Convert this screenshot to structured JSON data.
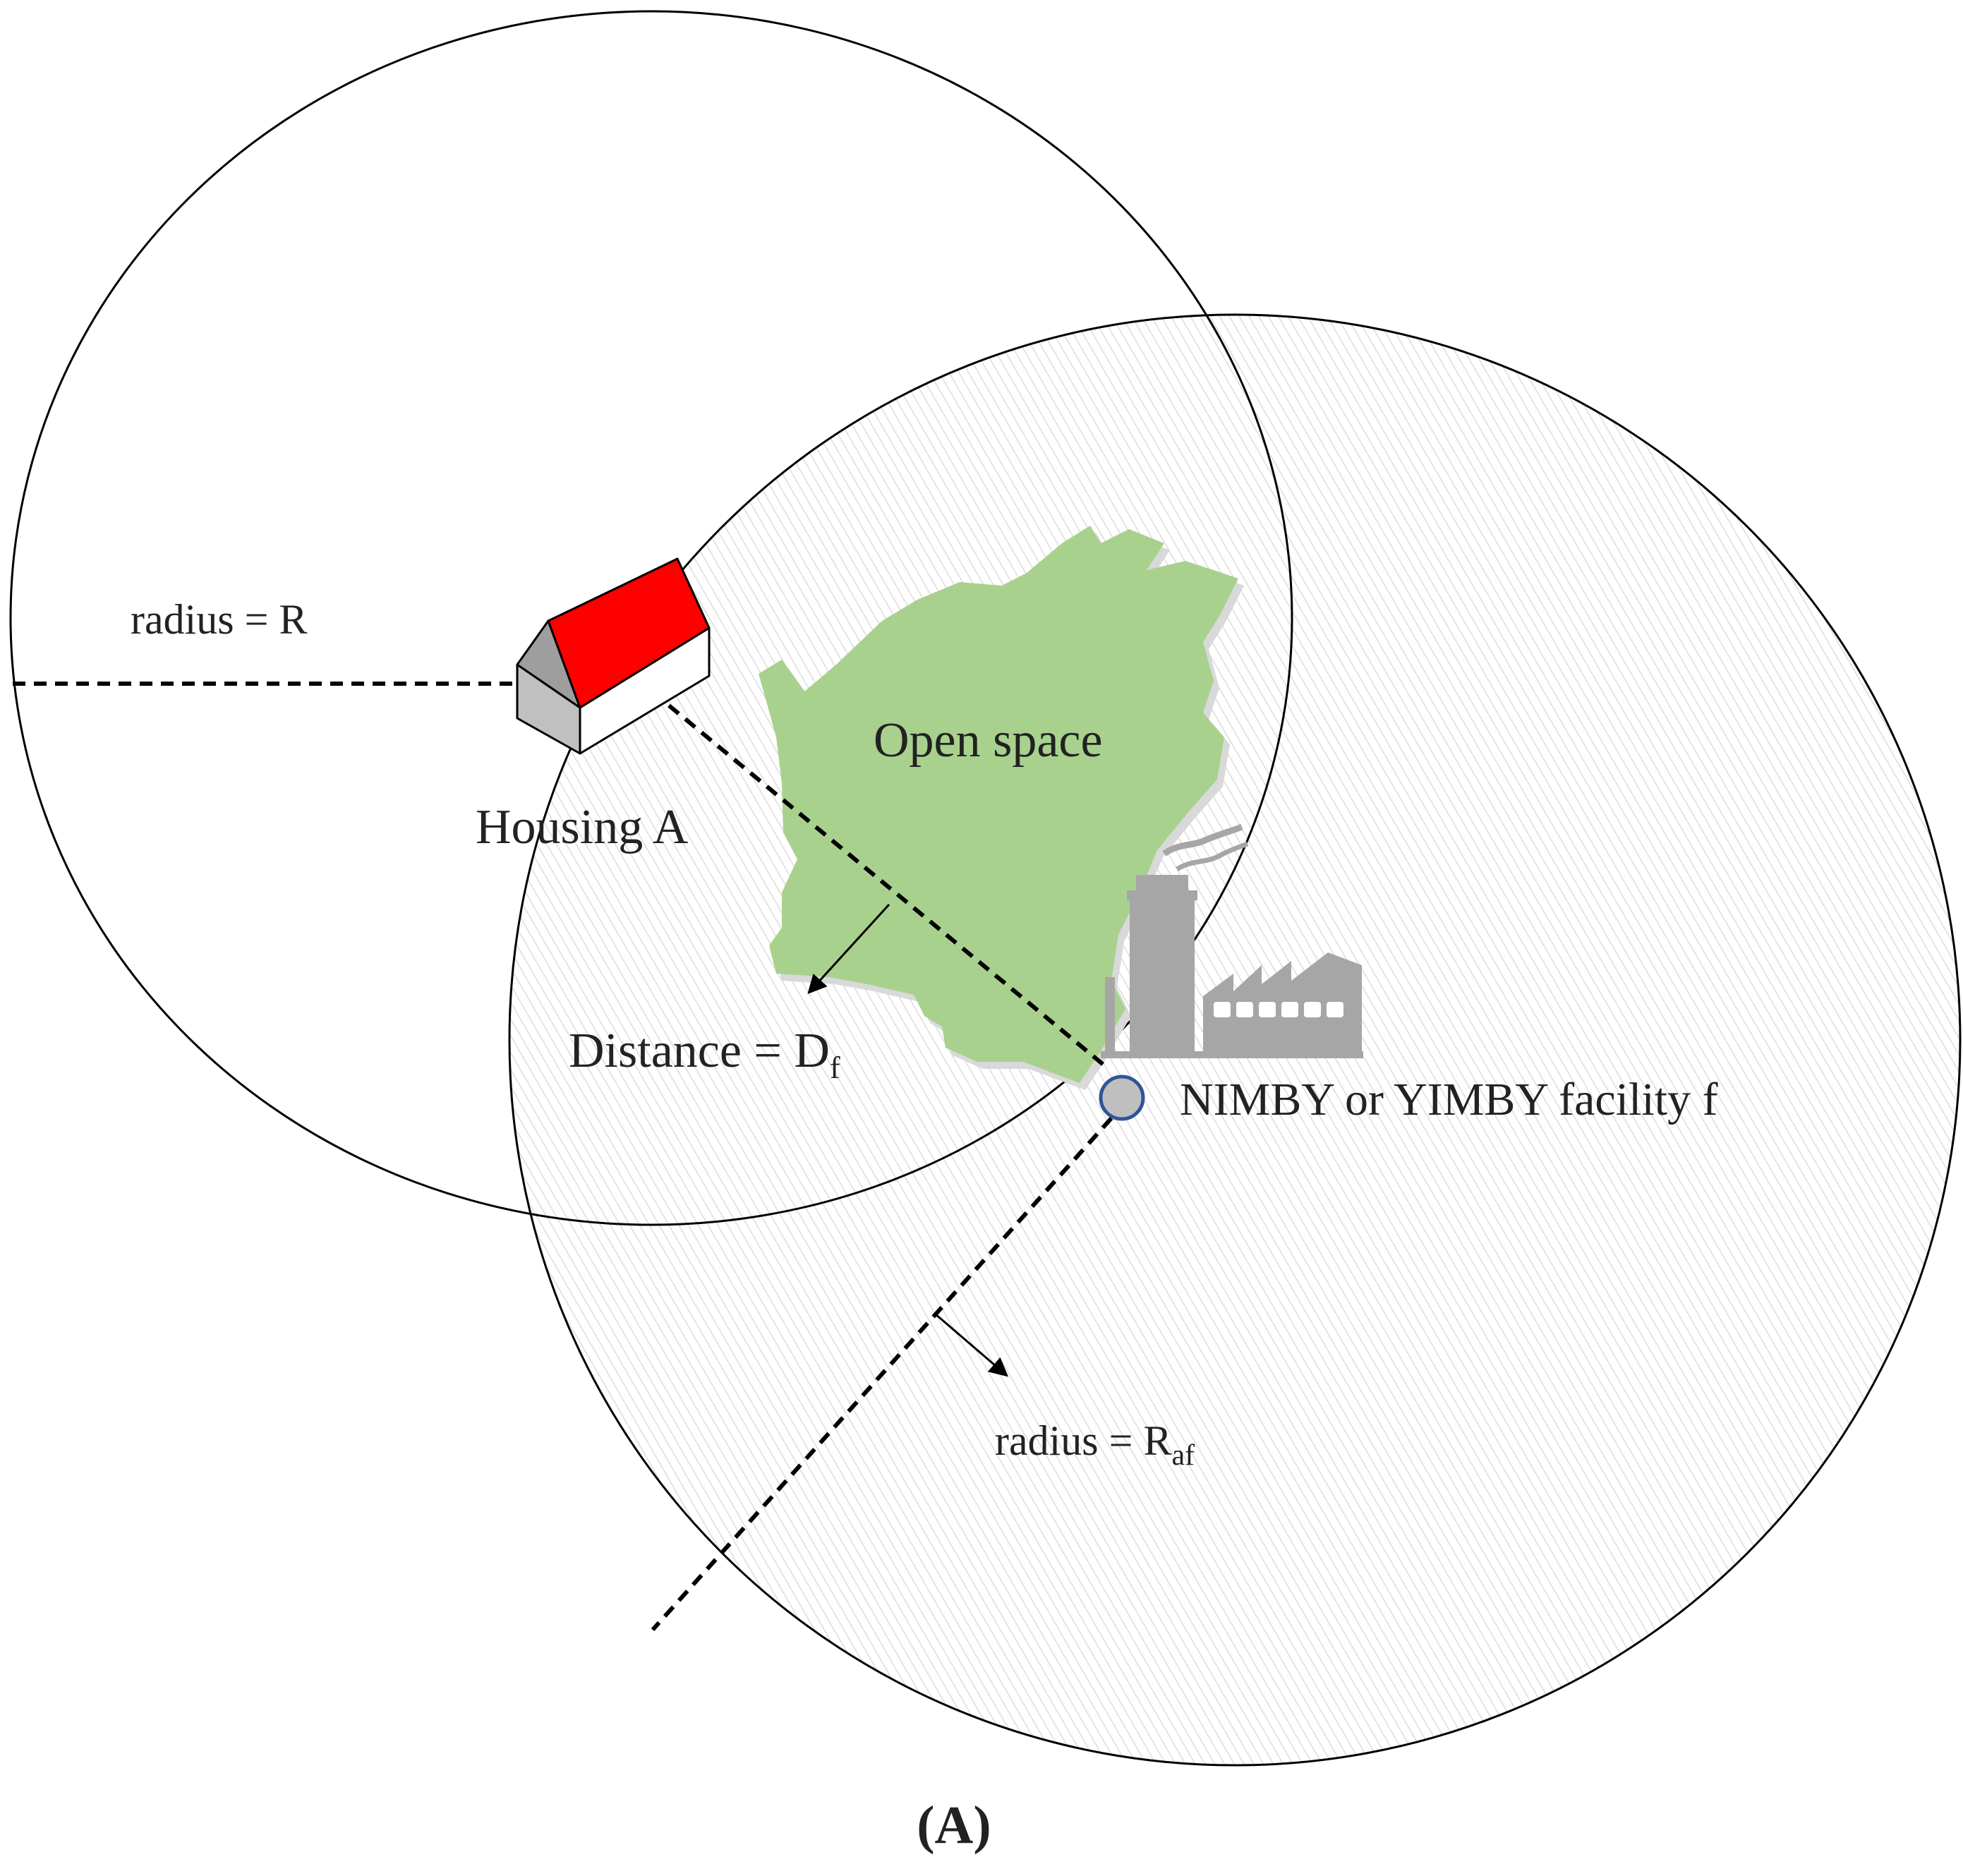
{
  "labels": {
    "radius_r": "radius = R",
    "open_space": "Open space",
    "housing": "Housing A",
    "distance_main": "Distance = D",
    "distance_sub": "f",
    "facility": "NIMBY or YIMBY facility f",
    "radius_raf_main": "radius = R",
    "radius_raf_sub": "af",
    "panel": "(A)"
  },
  "colors": {
    "roof": "#ff0000",
    "open_space": "#a9d18e",
    "factory": "#a6a6a6",
    "facility_fill": "#bfbfbf",
    "facility_stroke": "#2f5597"
  }
}
